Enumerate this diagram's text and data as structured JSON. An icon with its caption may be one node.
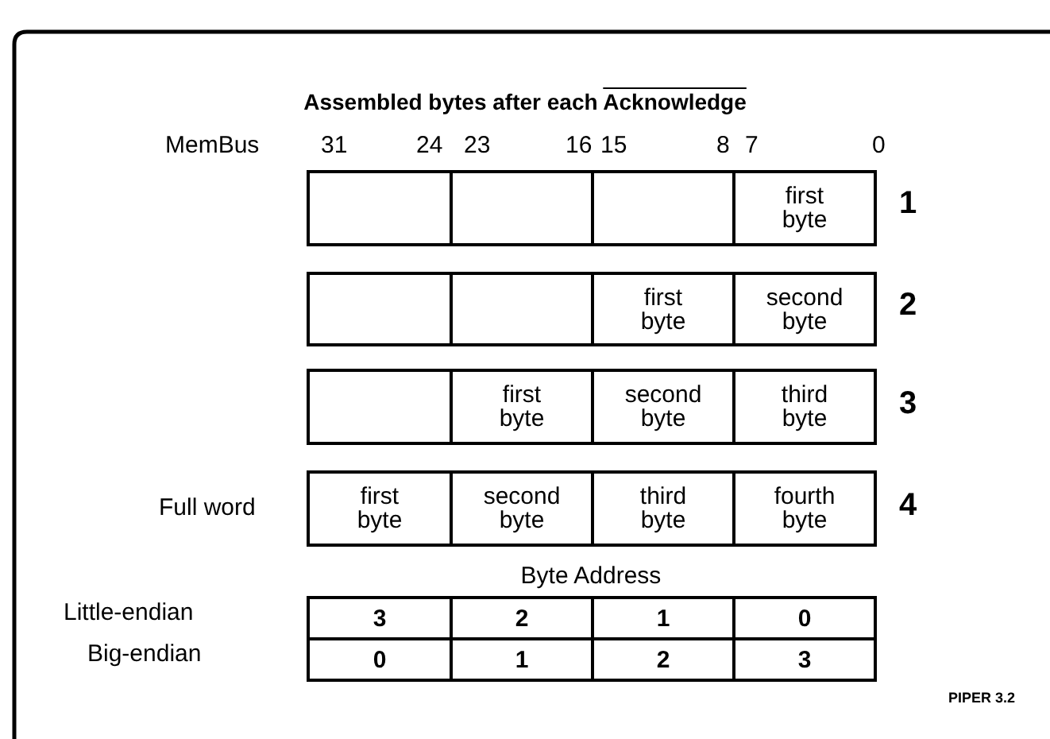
{
  "diagram": {
    "title": "Assembled bytes after each Acknowledge",
    "nodes": [
      {
        "text": [],
        "shape": "box"
      },
      {
        "text": [],
        "shape": "box"
      },
      {
        "text": [],
        "shape": "box"
      },
      {
        "text": [
          "first byte"
        ]
      },
      {
        "text": [],
        "shape": "box"
      },
      {
        "text": [],
        "shape": "box"
      },
      {
        "text": [
          "first byte"
        ]
      },
      {
        "text": [
          "second byte"
        ]
      },
      {
        "text": [],
        "shape": "box"
      },
      {
        "text": [
          "first byte"
        ]
      },
      {
        "text": [
          "second byte"
        ]
      },
      {
        "text": [
          "third byte"
        ]
      },
      {
        "text": [
          "first byte"
        ]
      },
      {
        "text": [
          "second byte"
        ]
      },
      {
        "text": [
          "third byte"
        ]
      },
      {
        "text": [
          "fourth byte"
        ]
      }
    ],
    "labels": [
      "MemBus",
      "31",
      "24",
      "23",
      "16",
      "15",
      "8",
      "7",
      "0",
      "1",
      "2",
      "3",
      "Full word",
      "4",
      "Byte Address",
      "Little-endian",
      "3",
      "2",
      "1",
      "0",
      "Big-endian",
      "0",
      "1",
      "2",
      "3",
      "PIPER 3.2"
    ]
  }
}
